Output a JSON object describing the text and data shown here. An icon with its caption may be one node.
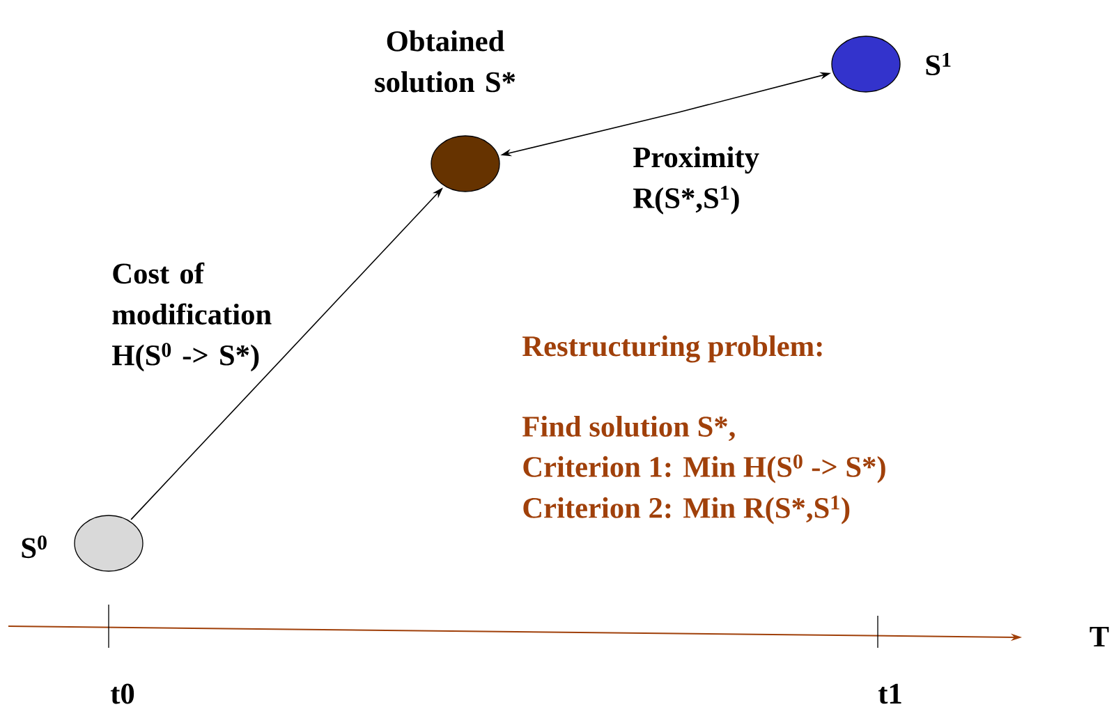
{
  "diagram": {
    "nodes": [
      {
        "text": [],
        "shape": "circle",
        "beside": [
          "S$^{0}$"
        ]
      },
      {
        "text": [],
        "shape": "circle",
        "beside": [
          "Obtained solution S*"
        ]
      },
      {
        "text": [],
        "shape": "circle",
        "beside": [
          "S$^{1}$"
        ]
      }
    ],
    "edges": [
      {
        "from": 0,
        "to": 1,
        "arrow": "to",
        "label": "Cost of modification H(S$^{0}$ -> S*)"
      },
      {
        "from": 2,
        "to": 1,
        "arrow": "both",
        "label": "Proximity R(S*,S$^{1}$)"
      }
    ],
    "labels": [
      "Restructuring problem:",
      "Find solution S*,",
      "Criterion 1:  Min H(S$^{0}$ -> S*)",
      "Criterion 2:  Min R(S*,S$^{1}$)",
      "T",
      "t0",
      "t1"
    ]
  }
}
